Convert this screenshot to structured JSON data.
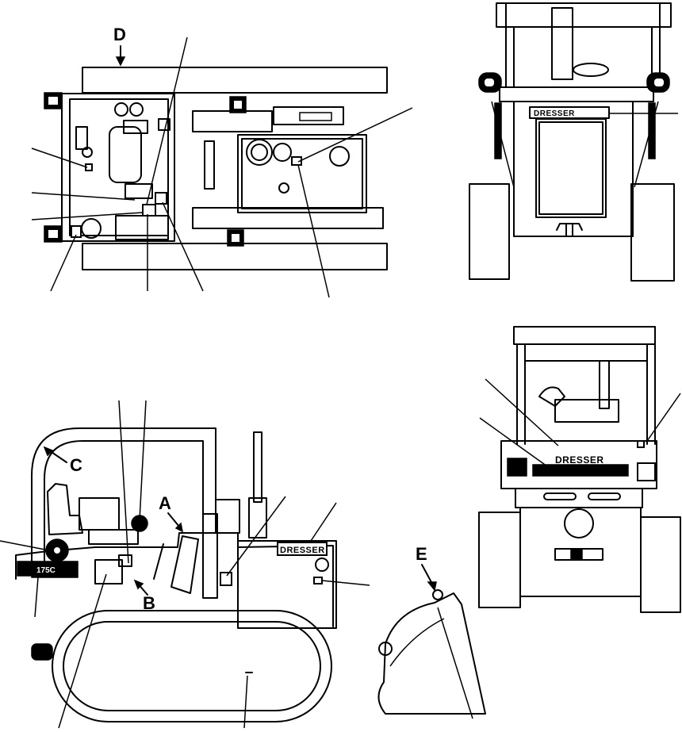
{
  "labels": {
    "a": "A",
    "b": "B",
    "c": "C",
    "d": "D",
    "e": "E"
  },
  "decals": {
    "brand_front": "DRESSER",
    "brand_side": "DRESSER",
    "brand_rear": "DRESSER",
    "model_plate": "175C"
  }
}
